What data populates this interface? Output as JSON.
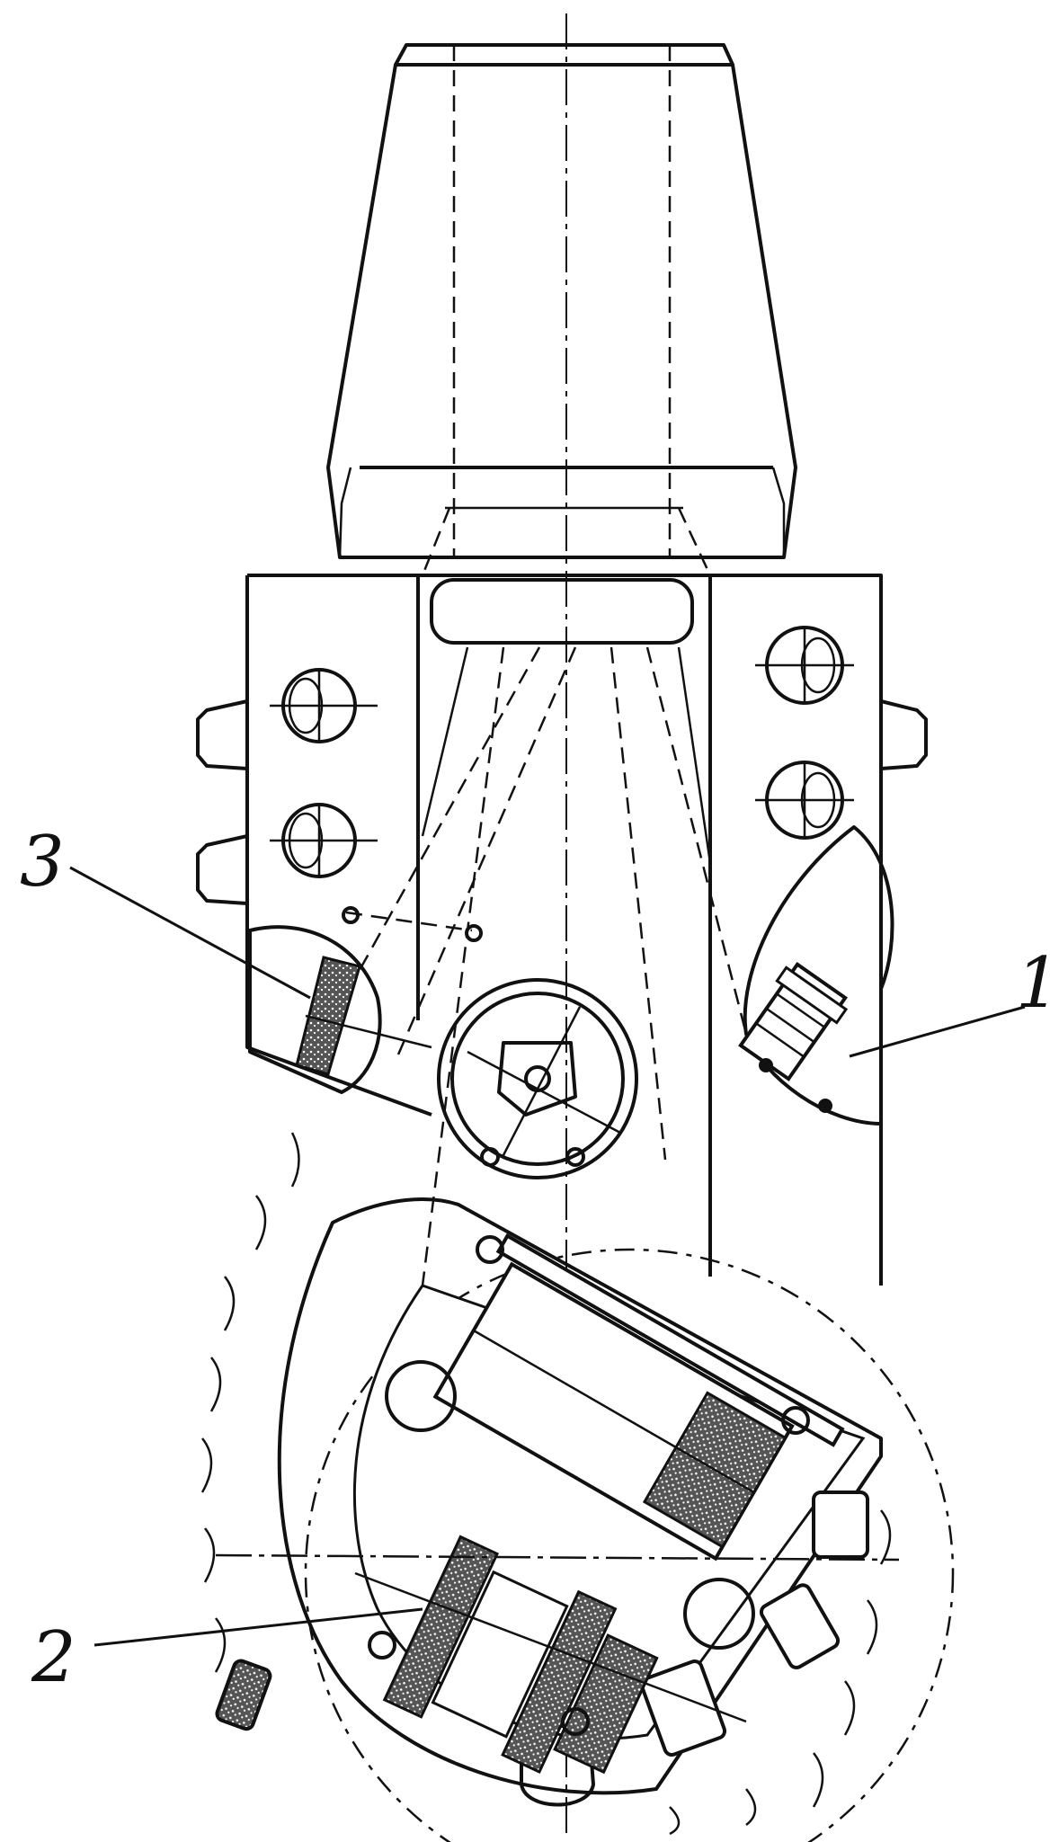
{
  "callouts": [
    {
      "id": "1",
      "text": "1"
    },
    {
      "id": "2",
      "text": "2"
    },
    {
      "id": "3",
      "text": "3"
    }
  ],
  "colors": {
    "ink": "#111111",
    "paper": "#ffffff"
  }
}
